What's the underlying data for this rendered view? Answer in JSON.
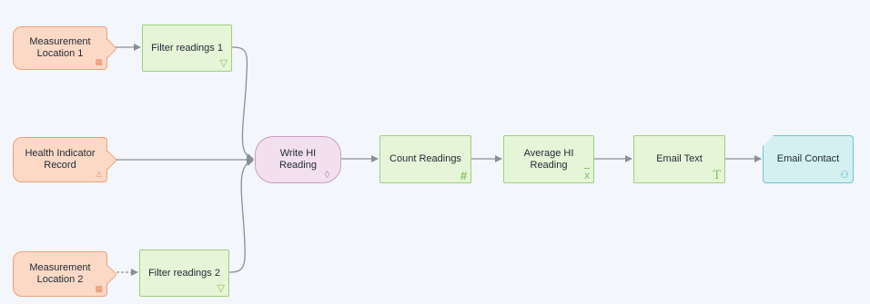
{
  "nodes": {
    "measurement_location_1": {
      "label": "Measurement\nLocation 1",
      "icon": "grid-icon"
    },
    "health_indicator_record": {
      "label": "Health Indicator\nRecord",
      "icon": "warning-icon"
    },
    "measurement_location_2": {
      "label": "Measurement\nLocation 2",
      "icon": "grid-icon"
    },
    "filter_readings_1": {
      "label": "Filter readings 1",
      "icon": "filter-icon"
    },
    "filter_readings_2": {
      "label": "Filter readings 2",
      "icon": "filter-icon"
    },
    "write_hi_reading": {
      "label": "Write HI\nReading",
      "icon": "drop-icon"
    },
    "count_readings": {
      "label": "Count Readings",
      "icon": "hash-icon"
    },
    "average_hi_reading": {
      "label": "Average HI\nReading",
      "icon": "mean-icon"
    },
    "email_text": {
      "label": "Email Text",
      "icon": "text-icon"
    },
    "email_contact": {
      "label": "Email Contact",
      "icon": "contact-icon"
    }
  },
  "edges": [
    [
      "measurement_location_1",
      "filter_readings_1"
    ],
    [
      "health_indicator_record",
      "write_hi_reading"
    ],
    [
      "measurement_location_2",
      "filter_readings_2"
    ],
    [
      "filter_readings_1",
      "write_hi_reading"
    ],
    [
      "filter_readings_2",
      "write_hi_reading"
    ],
    [
      "write_hi_reading",
      "count_readings"
    ],
    [
      "count_readings",
      "average_hi_reading"
    ],
    [
      "average_hi_reading",
      "email_text"
    ],
    [
      "email_text",
      "email_contact"
    ]
  ],
  "colors": {
    "source_fill": "#fbd9c6",
    "source_border": "#f0a07a",
    "process_fill": "#e6f4d8",
    "process_border": "#9fcf7c",
    "write_fill": "#f3e0ef",
    "write_border": "#c99bc0",
    "destination_fill": "#d4f0f1",
    "destination_border": "#6cc6cc",
    "connector": "#8a8f96"
  }
}
